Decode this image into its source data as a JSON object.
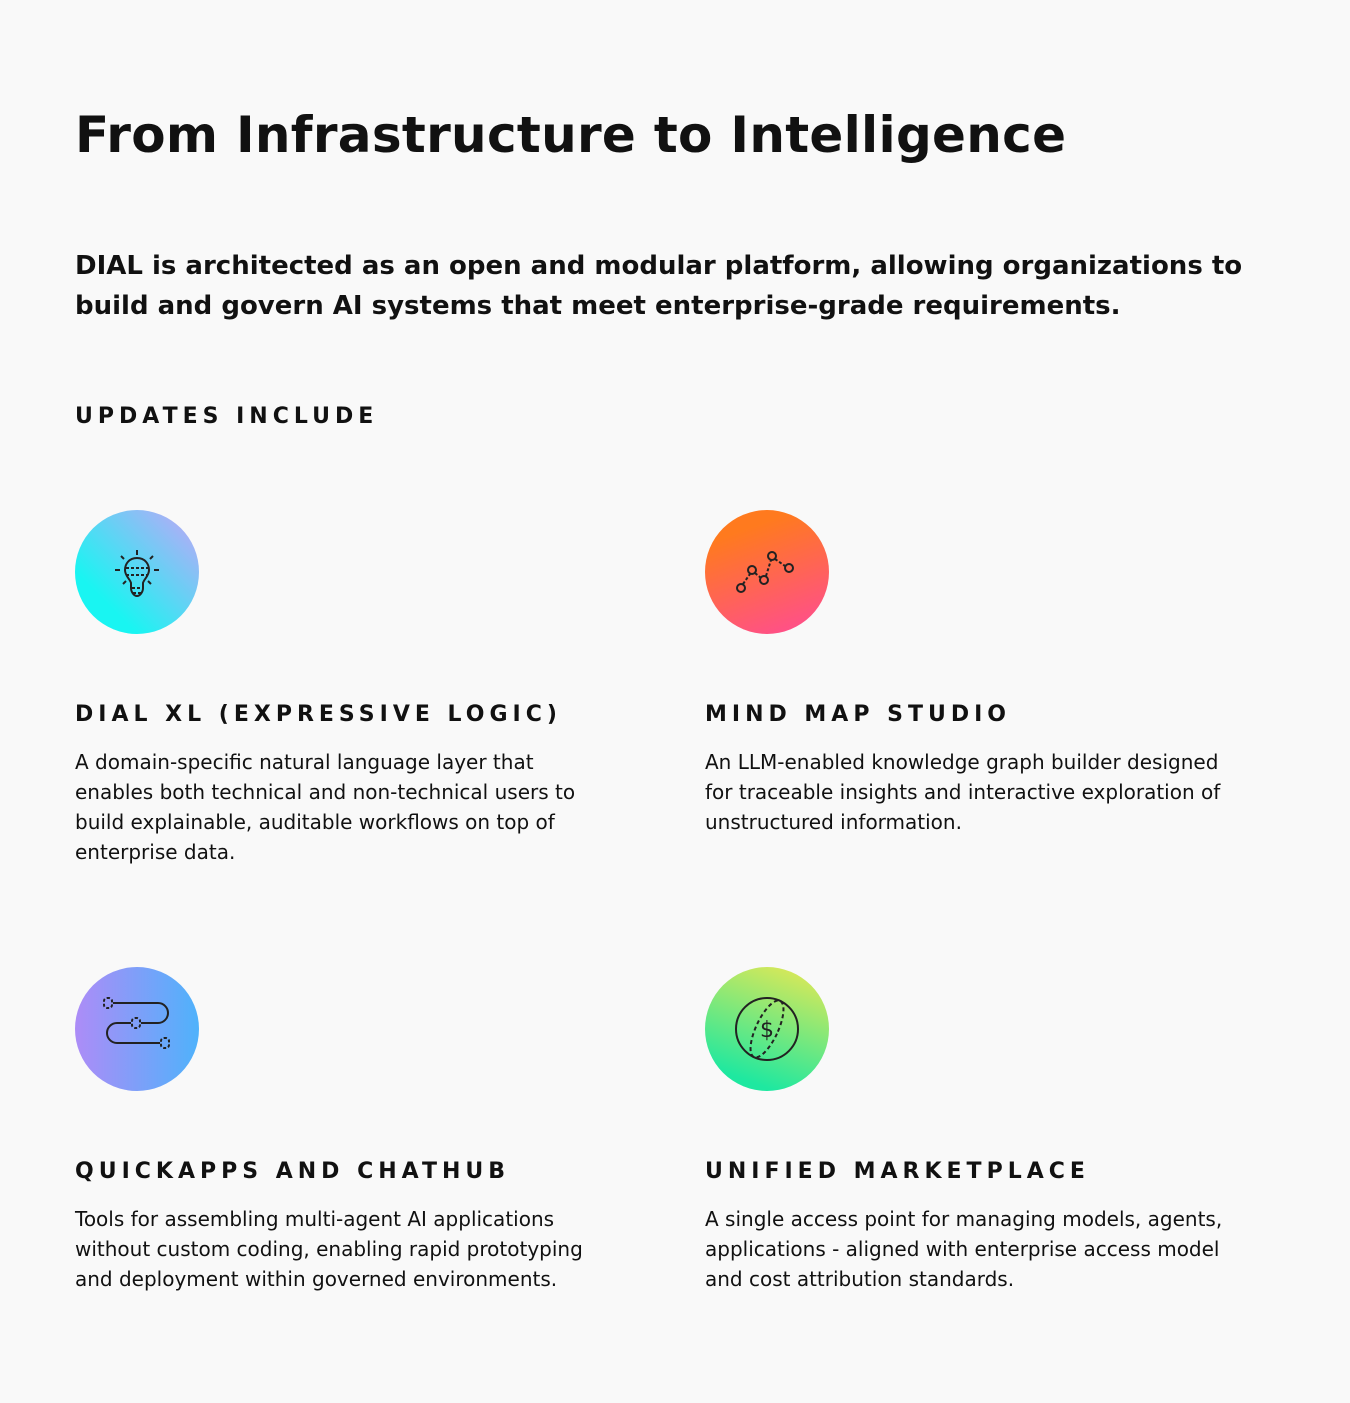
{
  "title": "From Infrastructure to Intelligence",
  "intro": "DIAL is architected as an open and modular platform, allowing organizations to build and govern AI systems that meet enterprise-grade requirements.",
  "section_label": "UPDATES INCLUDE",
  "features": [
    {
      "title": "DIAL XL (EXPRESSIVE LOGIC)",
      "desc": "A domain-specific natural language layer that enables both technical and non-technical users to build explainable, auditable workflows on top of enterprise data.",
      "icon": "lightbulb-icon",
      "colors": [
        "#19f5f2",
        "#c6a3f7"
      ]
    },
    {
      "title": "MIND MAP STUDIO",
      "desc": "An LLM-enabled knowledge graph builder designed for traceable insights and interactive exploration of unstructured information.",
      "icon": "graph-nodes-icon",
      "colors": [
        "#ff7a1e",
        "#ff4d8f"
      ]
    },
    {
      "title": "QUICKAPPS AND CHATHUB",
      "desc": "Tools for assembling multi-agent AI applications without custom coding, enabling rapid prototyping and deployment within governed environments.",
      "icon": "workflow-path-icon",
      "colors": [
        "#ad8cf7",
        "#4fb2fb"
      ]
    },
    {
      "title": "UNIFIED MARKETPLACE",
      "desc": "A single access point for managing models, agents, applications - aligned with enterprise access model and cost attribution standards.",
      "icon": "coin-dollar-icon",
      "colors": [
        "#d4e85a",
        "#1ee8a0"
      ]
    }
  ]
}
